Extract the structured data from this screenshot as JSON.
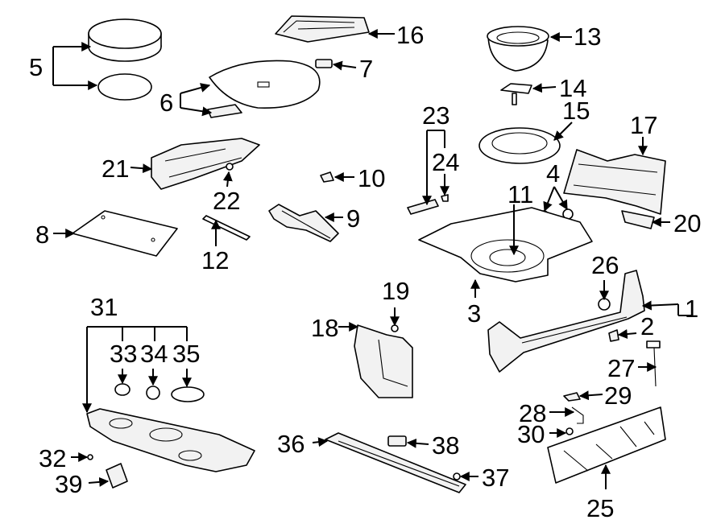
{
  "callouts": {
    "c1": "1",
    "c2": "2",
    "c3": "3",
    "c4": "4",
    "c5": "5",
    "c6": "6",
    "c7": "7",
    "c8": "8",
    "c9": "9",
    "c10": "10",
    "c11": "11",
    "c12": "12",
    "c13": "13",
    "c14": "14",
    "c15": "15",
    "c16": "16",
    "c17": "17",
    "c18": "18",
    "c19": "19",
    "c20": "20",
    "c21": "21",
    "c22": "22",
    "c23": "23",
    "c24": "24",
    "c25": "25",
    "c26": "26",
    "c27": "27",
    "c28": "28",
    "c29": "29",
    "c30": "30",
    "c31": "31",
    "c32": "32",
    "c33": "33",
    "c34": "34",
    "c35": "35",
    "c36": "36",
    "c37": "37",
    "c38": "38",
    "c39": "39"
  },
  "colors": {
    "line": "#000000",
    "background": "#ffffff",
    "part_fill": "#f2f2f2"
  }
}
